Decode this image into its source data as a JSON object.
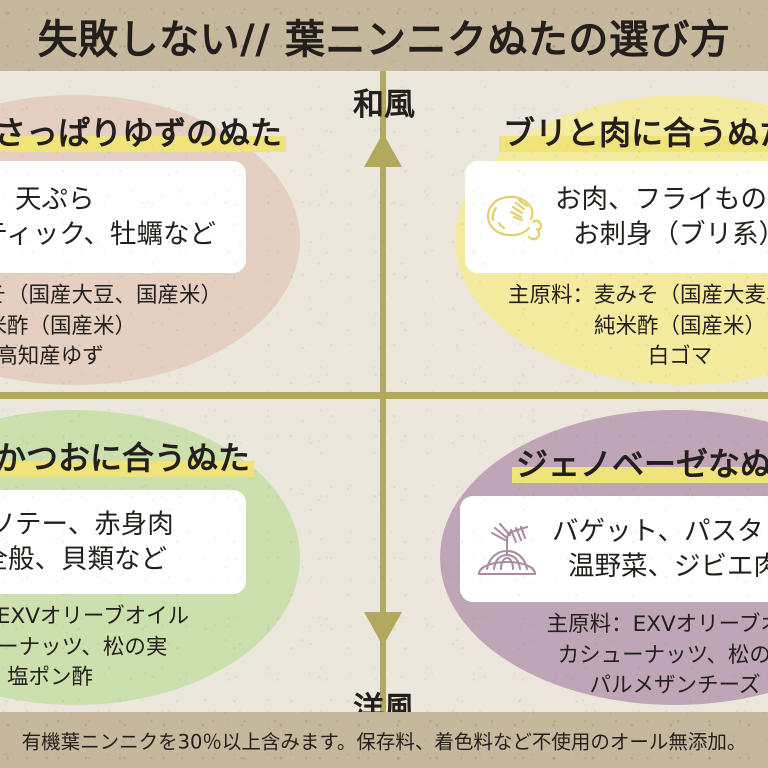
{
  "header": {
    "title": "失敗しない// 葉ニンニクぬたの選び方"
  },
  "footer": {
    "note": "有機葉ニンニクを30％以上含みます。保存料、着色料など不使用のオール無添加。"
  },
  "axis": {
    "top_label": "和風",
    "bottom_label": "洋風",
    "line_color": "#b3a95d"
  },
  "quadrants": {
    "top_left": {
      "title": "さっぱりゆずのぬた",
      "ellipse_color": "#e5cfc3",
      "icon": "none",
      "pairings": [
        "白身のお魚、天ぷら",
        "野菜スティック、牡蠣など"
      ],
      "ingredients": [
        "原料：白みそ（国産大豆、国産米）",
        "純米酢（国産米）",
        "高知産ゆず"
      ]
    },
    "top_right": {
      "title": "ブリと肉に合うぬた",
      "ellipse_color": "#f4eb9e",
      "icon": "ham-icon",
      "icon_color": "#e3cf68",
      "pairings": [
        "お肉、フライもの、貝",
        "お刺身（ブリ系）"
      ],
      "ingredients": [
        "主原料：麦みそ（国産大麦、無農薬",
        "純米酢（国産米）",
        "白ゴマ"
      ]
    },
    "bottom_left": {
      "title": "かつおに合うぬた",
      "ellipse_color": "#cbe0ac",
      "icon": "none",
      "pairings": [
        "ムニエル、ソテー、赤身肉",
        "お刺身全般、貝類など"
      ],
      "ingredients": [
        "主原料：EXVオリーブオイル",
        "カシューナッツ、松の実",
        "塩ポン酢"
      ]
    },
    "bottom_right": {
      "title": "ジェノベーゼなぬた",
      "ellipse_color": "#c0a5b7",
      "icon": "pasta-plate-icon",
      "icon_color": "#ab8ba3",
      "pairings": [
        "バゲット、パスタ",
        "温野菜、ジビエ肉"
      ],
      "ingredients": [
        "主原料：EXVオリーブオイ",
        "カシューナッツ、松の実",
        "パルメザンチーズ"
      ]
    }
  }
}
